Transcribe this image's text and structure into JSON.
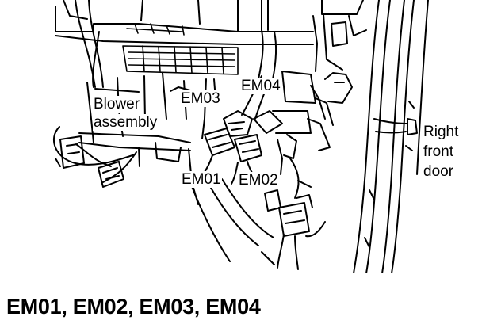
{
  "labels": {
    "blower": [
      "Blower",
      "assembly"
    ],
    "em01": "EM01",
    "em02": "EM02",
    "em03": "EM03",
    "em04": "EM04",
    "door": [
      "Right",
      "front",
      "door"
    ]
  },
  "caption": "EM01, EM02, EM03, EM04"
}
